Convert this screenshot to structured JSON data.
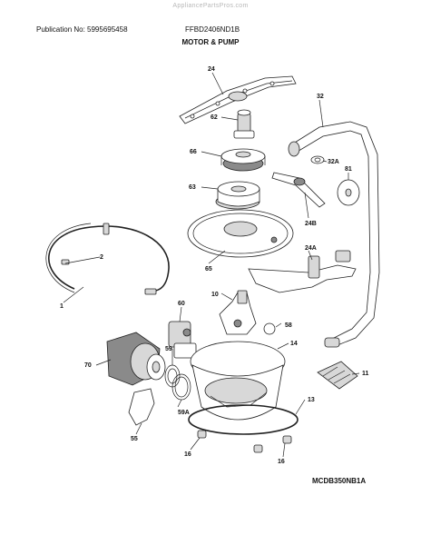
{
  "header": {
    "watermark": "AppliancePartsPros.com",
    "publication": "Publication No: 5995695458",
    "model": "FFBD2406ND1B",
    "section_title": "MOTOR & PUMP"
  },
  "footer": {
    "diagram_code": "MCDB350NB1A"
  },
  "callouts": [
    "24",
    "32",
    "62",
    "66",
    "32A",
    "81",
    "63",
    "24B",
    "2",
    "65",
    "24A",
    "1",
    "10",
    "60",
    "58",
    "59",
    "14",
    "70",
    "11",
    "59A",
    "13",
    "55",
    "16",
    "16"
  ]
}
